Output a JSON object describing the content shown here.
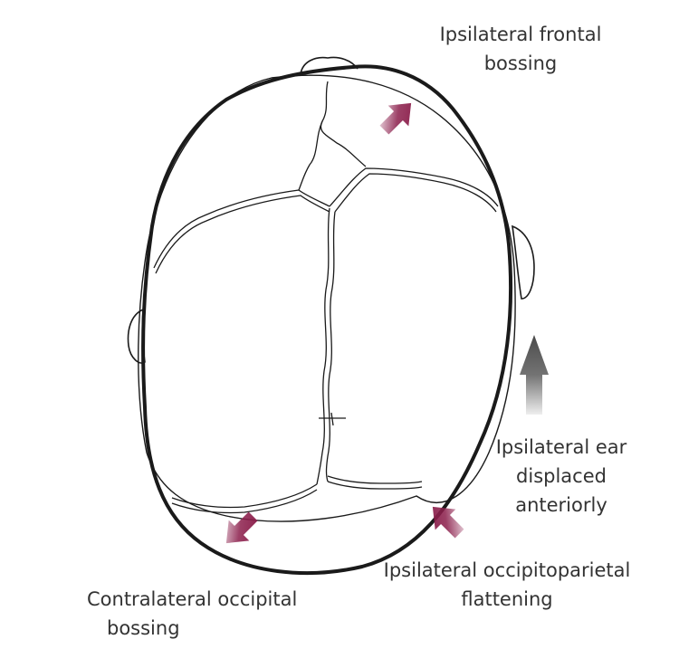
{
  "labels": {
    "frontal_bossing": {
      "line1": "Ipsilateral frontal",
      "line2": "bossing"
    },
    "ear_displaced": {
      "line1": "Ipsilateral ear",
      "line2": "displaced",
      "line3": "anteriorly"
    },
    "occipitoparietal_flattening": {
      "line1": "Ipsilateral occipitoparietal",
      "line2": "flattening"
    },
    "contralateral_occipital": {
      "line1": "Contralateral occipital",
      "line2": "bossing"
    }
  },
  "colors": {
    "bossing_arrow": "#8b1e4b",
    "displacement_arrow": "#5a5a5a",
    "outline": "#1a1a1a",
    "text": "#333333"
  },
  "icons": {
    "frontal_arrow": "diagonal-arrow-up-right",
    "ear_arrow": "arrow-up",
    "flattening_arrow": "diagonal-arrow-up-left",
    "occipital_arrow": "diagonal-arrow-down-left"
  }
}
